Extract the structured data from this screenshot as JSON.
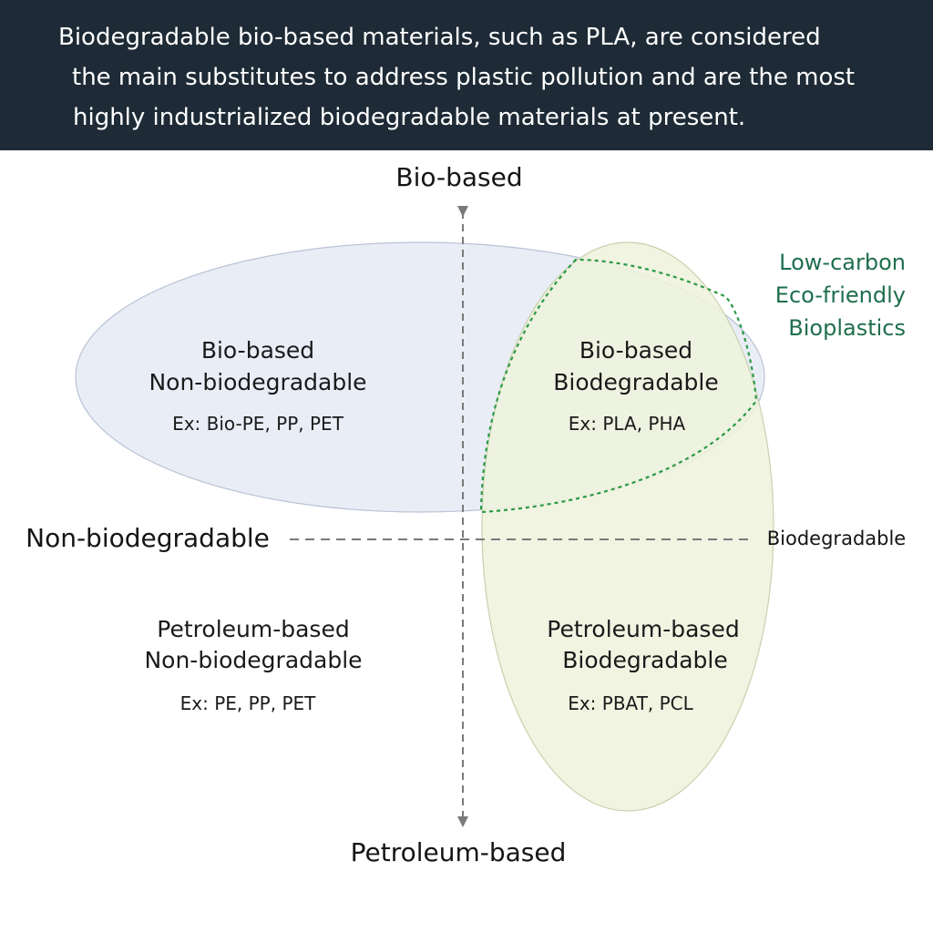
{
  "banner": {
    "line1": "Biodegradable bio-based materials, such as PLA, are considered",
    "line2": "the main substitutes to address plastic pollution and are the most",
    "line3": "highly industrialized biodegradable materials at present."
  },
  "axes": {
    "top": "Bio-based",
    "bottom": "Petroleum-based",
    "left": "Non-biodegradable",
    "right": "Biodegradable"
  },
  "quadrants": {
    "top_left": {
      "title_line1": "Bio-based",
      "title_line2": "Non-biodegradable",
      "example": "Ex: Bio-PE, PP, PET"
    },
    "top_right": {
      "title_line1": "Bio-based",
      "title_line2": "Biodegradable",
      "example": "Ex: PLA, PHA"
    },
    "bottom_left": {
      "title_line1": "Petroleum-based",
      "title_line2": "Non-biodegradable",
      "example": "Ex: PE, PP, PET"
    },
    "bottom_right": {
      "title_line1": "Petroleum-based",
      "title_line2": "Biodegradable",
      "example": "Ex: PBAT, PCL"
    }
  },
  "highlight": {
    "line1": "Low-carbon",
    "line2": "Eco-friendly",
    "line3": "Bioplastics"
  },
  "colors": {
    "banner_bg": "#1e2b36",
    "bio_ellipse_fill": "#e9edf6",
    "biodegradable_ellipse_fill": "#eef2dd",
    "highlight_green": "#1f6e4e",
    "axis_gray": "#7a7a7a"
  }
}
